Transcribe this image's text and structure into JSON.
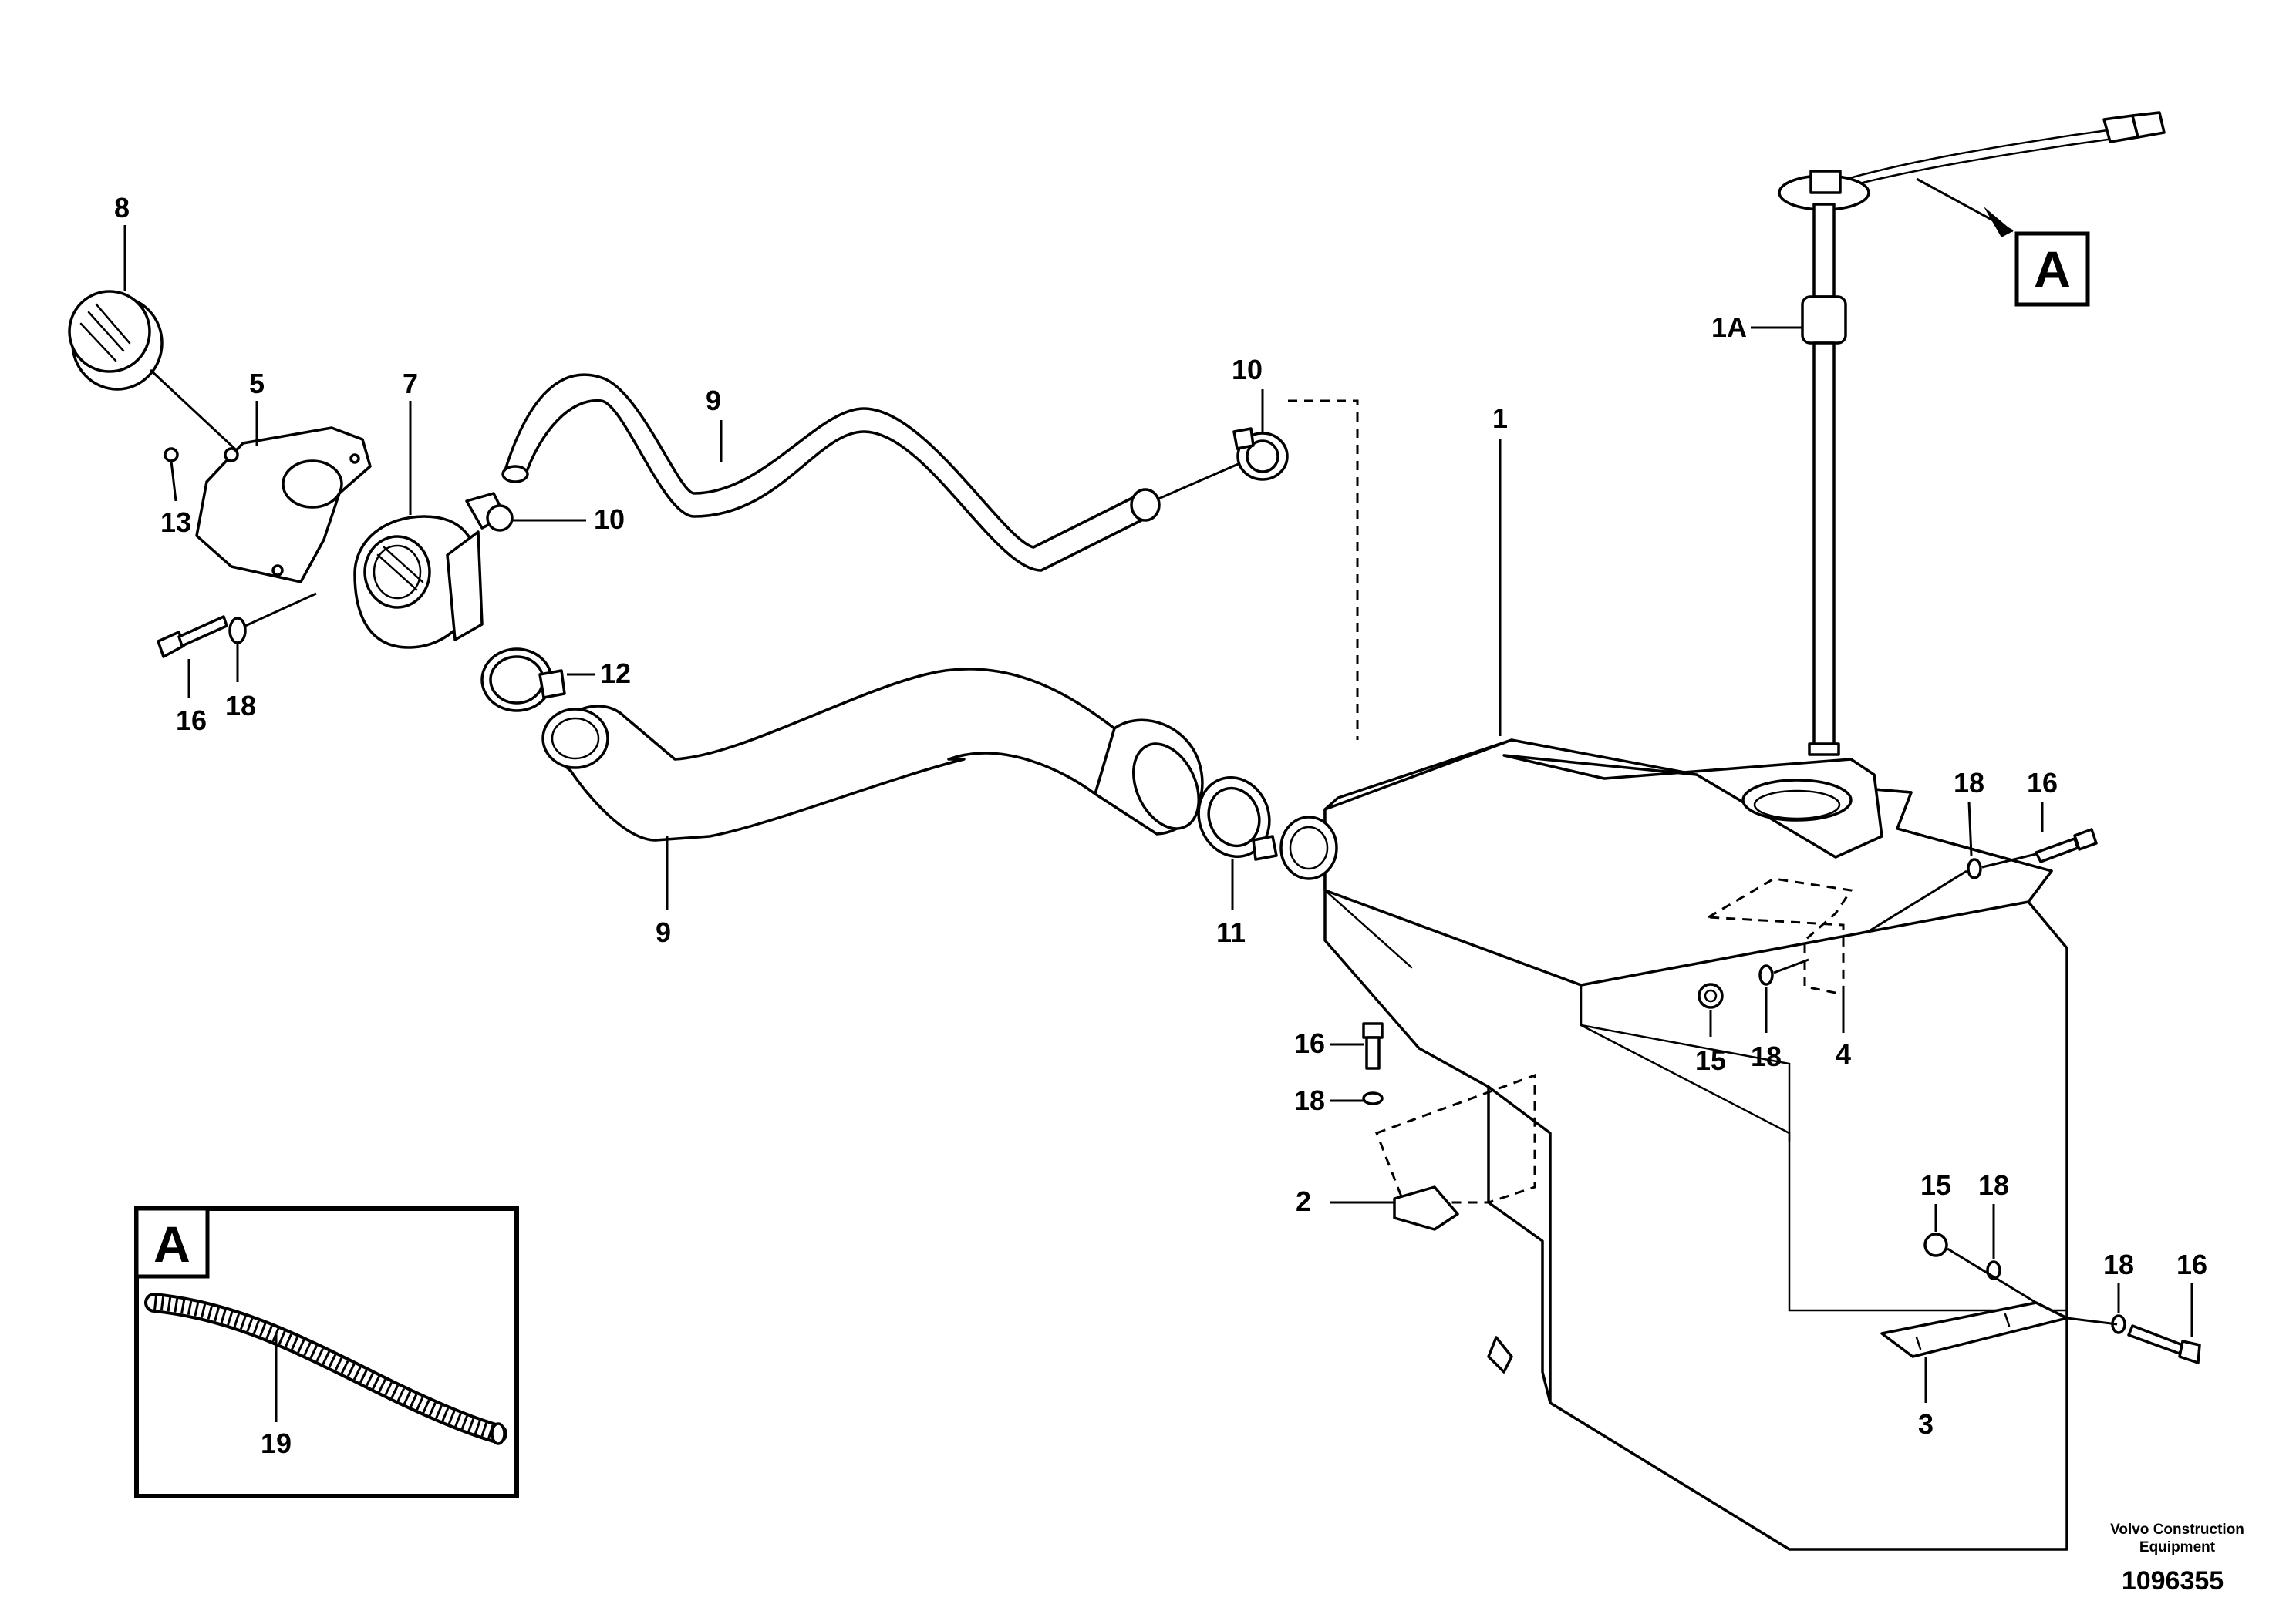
{
  "labels": {
    "l1": "1",
    "l1a": "1A",
    "l2": "2",
    "l3": "3",
    "l4": "4",
    "l5": "5",
    "l7": "7",
    "l8": "8",
    "l9_top": "9",
    "l9_bottom": "9",
    "l10_top": "10",
    "l10_mid": "10",
    "l11": "11",
    "l12": "12",
    "l13": "13",
    "l15_mid": "15",
    "l15_low": "15",
    "l16_left": "16",
    "l16_mid": "16",
    "l16_right_top": "16",
    "l16_right_low": "16",
    "l18_left": "18",
    "l18_mid": "18",
    "l18_right_top": "18",
    "l18_tank": "18",
    "l18_low_a": "18",
    "l18_low_b": "18",
    "l19": "19"
  },
  "detail_ref": {
    "callout": "A",
    "inset_title": "A"
  },
  "credit": {
    "line1": "Volvo Construction",
    "line2": "Equipment"
  },
  "drawing_number": "1096355"
}
